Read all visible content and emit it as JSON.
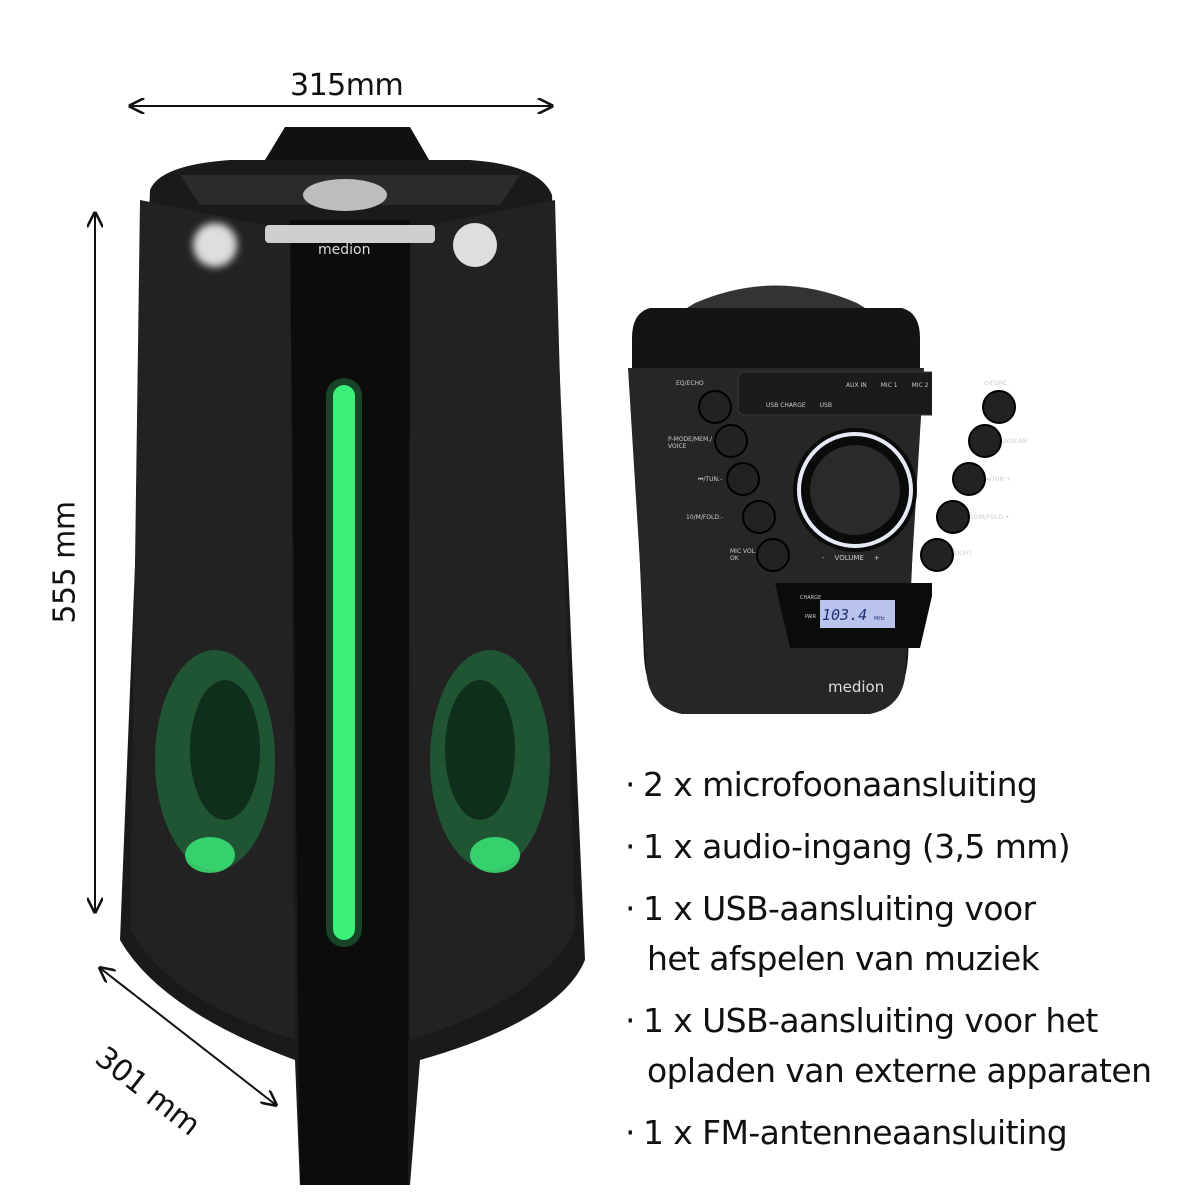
{
  "dimensions": {
    "width": "315mm",
    "height": "555 mm",
    "depth": "301 mm"
  },
  "brand": "medion",
  "colors": {
    "light_green": "#3cf07a",
    "body": "#151515",
    "lcd": "#b9c3ec"
  },
  "control_panel": {
    "ports": [
      "USB CHARGE",
      "USB",
      "AUX IN",
      "MIC 1",
      "MIC 2"
    ],
    "left_buttons": [
      "EQ/ECHO",
      "P-MODE/MEM./ VOICE",
      "⏮/TUN.-",
      "10/M/FOLD.-",
      "MIC VOL./ OK"
    ],
    "right_buttons": [
      "⏻/FUNC.",
      "⏯/ʙ/SCAN",
      "⏭/TUN.+",
      "10/M/FOLD.+",
      "LIGHT"
    ],
    "volume_label": "VOLUME",
    "volume_minus": "-",
    "volume_plus": "+",
    "display_labels": [
      "CHARGE",
      "PAIR"
    ],
    "display_value": "103.4",
    "display_unit": "MHz"
  },
  "features": [
    {
      "line1": "2 x microfoonaansluiting"
    },
    {
      "line1": "1 x audio-ingang (3,5 mm)"
    },
    {
      "line1": "1 x USB-aansluiting voor",
      "line2": "het afspelen van muziek"
    },
    {
      "line1": "1 x USB-aansluiting voor het",
      "line2": "opladen van externe apparaten"
    },
    {
      "line1": "1 x FM-antenneaansluiting"
    }
  ],
  "bullet": "·"
}
